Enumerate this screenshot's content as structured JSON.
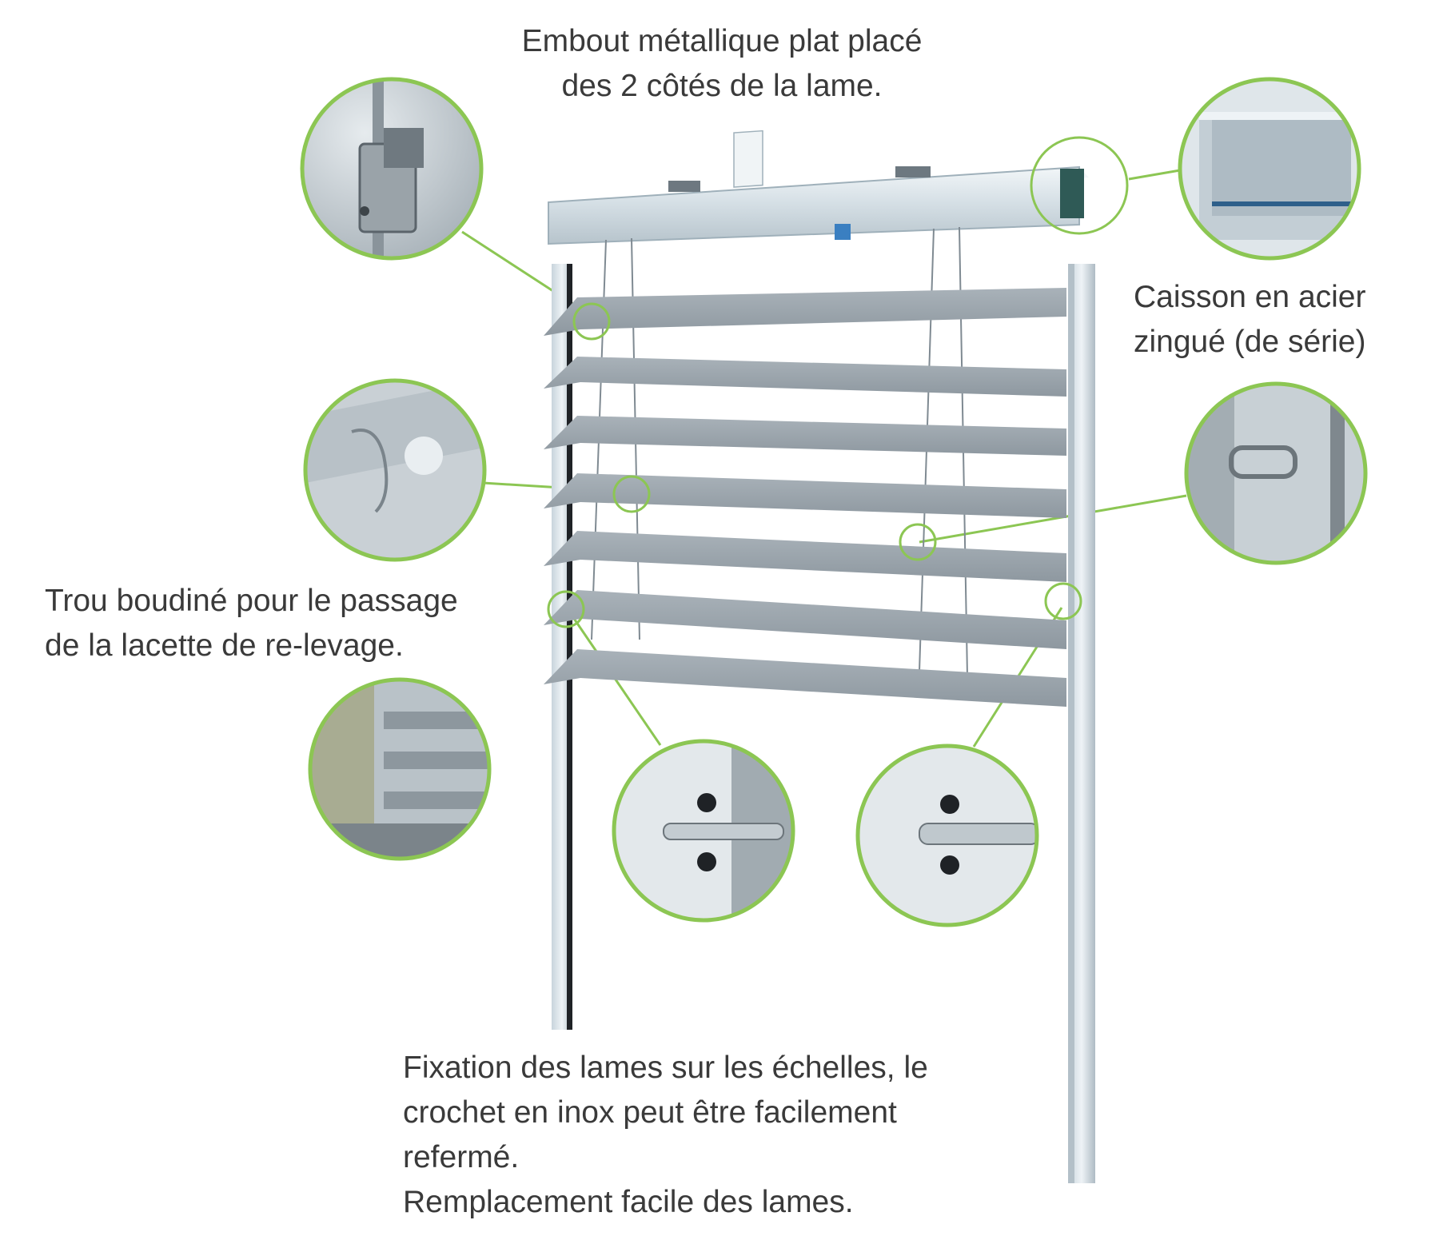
{
  "captions": {
    "embout": "Embout métallique plat placé\ndes 2 côtés de la lame.",
    "caisson": "Caisson en acier\nzingué (de série)",
    "trou": "Trou boudiné pour le passage\nde la lacette de re-levage.",
    "fixation": "Fixation des lames sur les échelles, le\ncrochet en inox peut être facilement\nrefermé.\nRemplacement facile des lames."
  },
  "colors": {
    "accent_green": "#8cc653",
    "slat_gray": "#98a2aa",
    "box_steel": "#d3dde3",
    "text": "#3a3a3a"
  },
  "detail_views": [
    {
      "name": "detail-chain-mechanism"
    },
    {
      "name": "detail-zinc-steel-box"
    },
    {
      "name": "detail-slat-hole"
    },
    {
      "name": "detail-ladder-hook"
    },
    {
      "name": "detail-installed-slats"
    },
    {
      "name": "detail-slat-end-cap-left"
    },
    {
      "name": "detail-slat-end-cap-right"
    }
  ],
  "slat_count": 7
}
